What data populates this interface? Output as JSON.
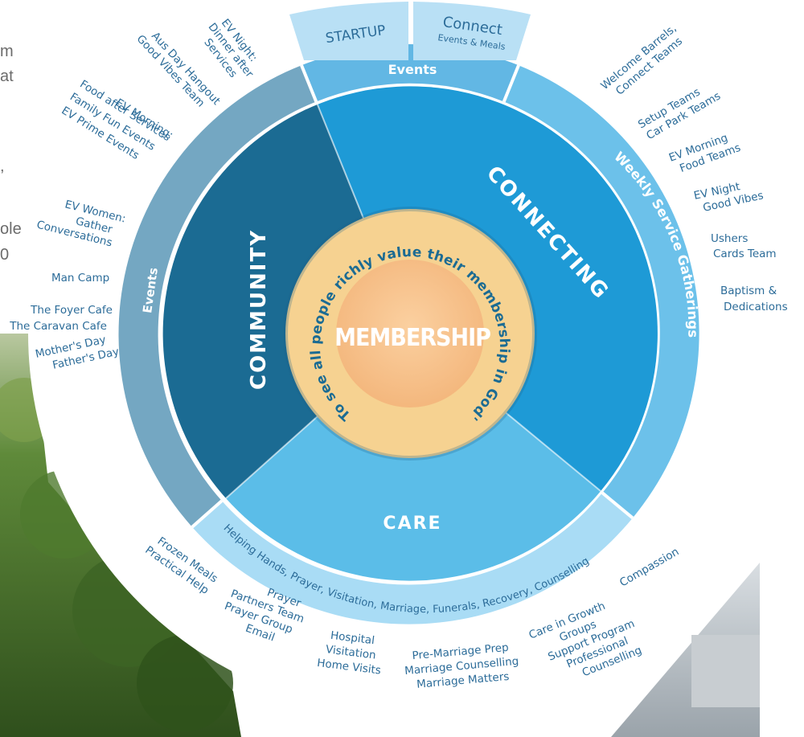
{
  "background_text": {
    "line1": "m",
    "line2": "at",
    "line3": ",",
    "line4": "ole",
    "line5": "0"
  },
  "center": {
    "label": "MEMBERSHIP",
    "vision_arc": "To see all people richly value their membership in God's church"
  },
  "sectors": {
    "connecting": "CONNECTING",
    "community": "COMMUNITY",
    "care": "CARE"
  },
  "ring": {
    "events_top": "Events",
    "events_left": "Events",
    "weekly": "Weekly Service Gatherings",
    "care_band": "Helping Hands, Prayer, Visitation, Marriage, Funerals, Recovery, Counselling"
  },
  "tabs": {
    "startup": "STARTUP",
    "connect": "Connect",
    "connect_sub": "Events & Meals"
  },
  "labels": {
    "ev_night_dinner": [
      "EV Night:",
      "Dinner after",
      "Services"
    ],
    "aus_day": [
      "Aus Day Hangout",
      "Good Vibes Team"
    ],
    "ev_morning_food": [
      "EV Morning:",
      "Food after Services",
      "Family Fun Events",
      "EV Prime Events"
    ],
    "ev_women": [
      "EV Women:",
      "Gather",
      "Conversations"
    ],
    "man_camp": [
      "Man Camp"
    ],
    "cafes": [
      "The Foyer Cafe",
      "The Caravan Cafe"
    ],
    "parents_day": [
      "Mother's Day",
      "Father's Day"
    ],
    "welcome": [
      "Welcome Barrels,",
      "Connect Teams"
    ],
    "setup": [
      "Setup Teams",
      "Car Park Teams"
    ],
    "ev_morning_teams": [
      "EV Morning",
      "Food Teams"
    ],
    "ev_night_vibes": [
      "EV Night",
      "Good Vibes"
    ],
    "ushers": [
      "Ushers",
      "Cards Team"
    ],
    "baptism": [
      "Baptism &",
      "Dedications"
    ],
    "frozen": [
      "Frozen Meals",
      "Practical Help"
    ],
    "prayer": [
      "Prayer",
      "Partners Team",
      "Prayer Group",
      "Email"
    ],
    "hospital": [
      "Hospital",
      "Visitation",
      "Home Visits"
    ],
    "marriage": [
      "Pre-Marriage Prep",
      "Marriage Counselling",
      "Marriage Matters"
    ],
    "growth": [
      "Care in Growth",
      "Groups",
      "Support Program",
      "Professional",
      "Counselling"
    ],
    "compassion": [
      "Compassion"
    ]
  },
  "colors": {
    "connecting": "#1e9ad6",
    "community": "#1b6b93",
    "care": "#5bbde8",
    "ring_events_left": "#74a7c2",
    "ring_weekly": "#6cc1ea",
    "ring_care": "#a9dcf5",
    "ring_top": "#62b7e4",
    "tabs": "#b9e0f5",
    "center_ring": "#f6d291",
    "center": "#f8c38a",
    "label_text": "#2c6c99"
  }
}
